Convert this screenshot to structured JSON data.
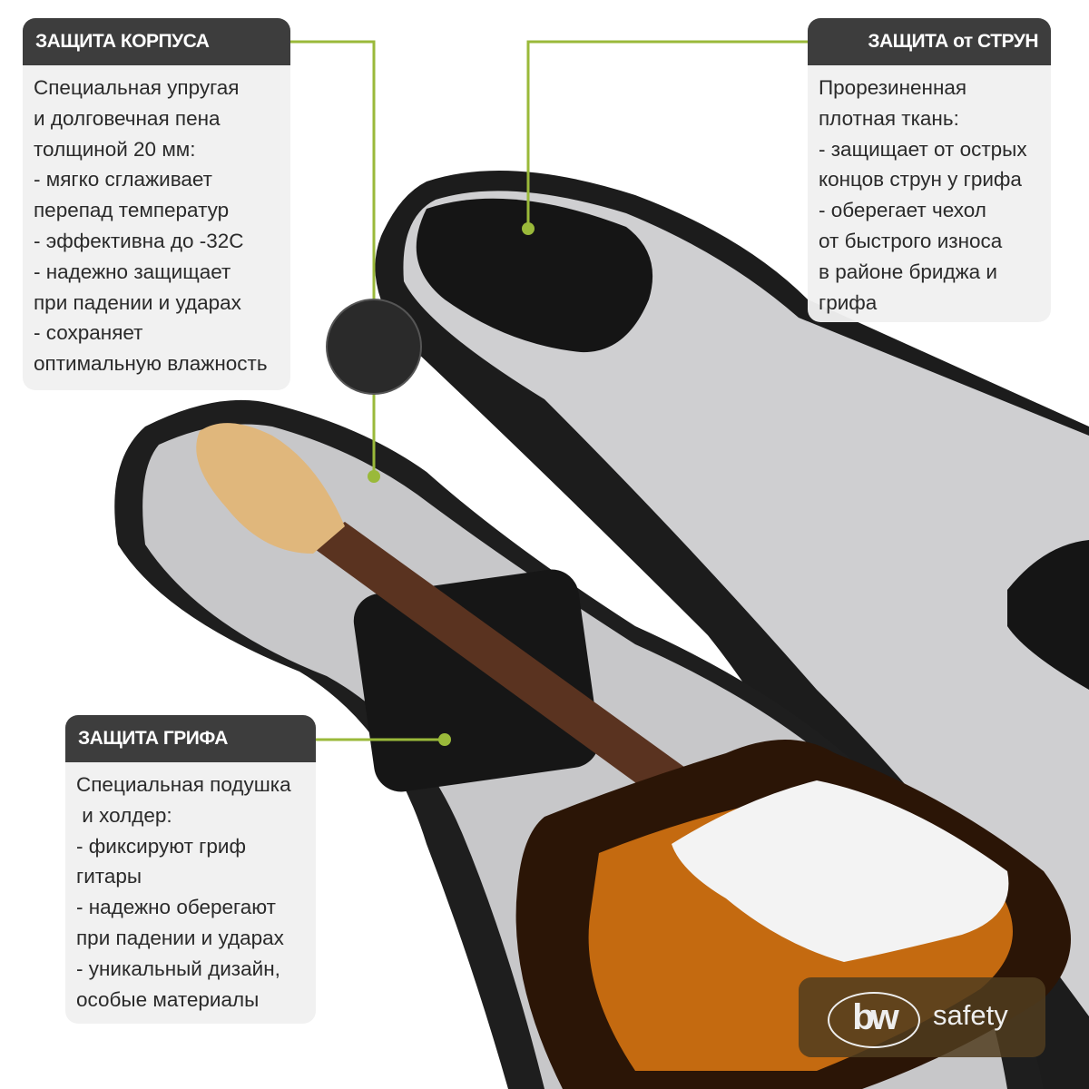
{
  "callouts": {
    "body_protection": {
      "title": "ЗАЩИТА КОРПУСА",
      "text": "Специальная упругая\nи долговечная пена\nтолщиной 20 мм:\n- мягко сглаживает\nперепад температур\n- эффективна до -32С\n- надежно защищает\nпри падении и ударах\n- сохраняет\nоптимальную влажность"
    },
    "string_protection": {
      "title": "ЗАЩИТА от СТРУН",
      "text": "Прорезиненная\nплотная ткань:\n- защищает от острых\nконцов струн у грифа\n- оберегает чехол\nот быстрого износа\nв районе бриджа и\nгрифа"
    },
    "neck_protection": {
      "title": "ЗАЩИТА ГРИФА",
      "text": "Специальная подушка\n и холдер:\n- фиксируют гриф\nгитары\n- надежно оберегают\nпри падении и ударах\n- уникальный дизайн,\nособые материалы"
    }
  },
  "brand": {
    "logo_mark": "bw",
    "logo_word": "safety"
  },
  "colors": {
    "accent_line": "#9ab93a",
    "header_bg": "#3d3d3d",
    "panel_bg": "#f0f0f0"
  }
}
